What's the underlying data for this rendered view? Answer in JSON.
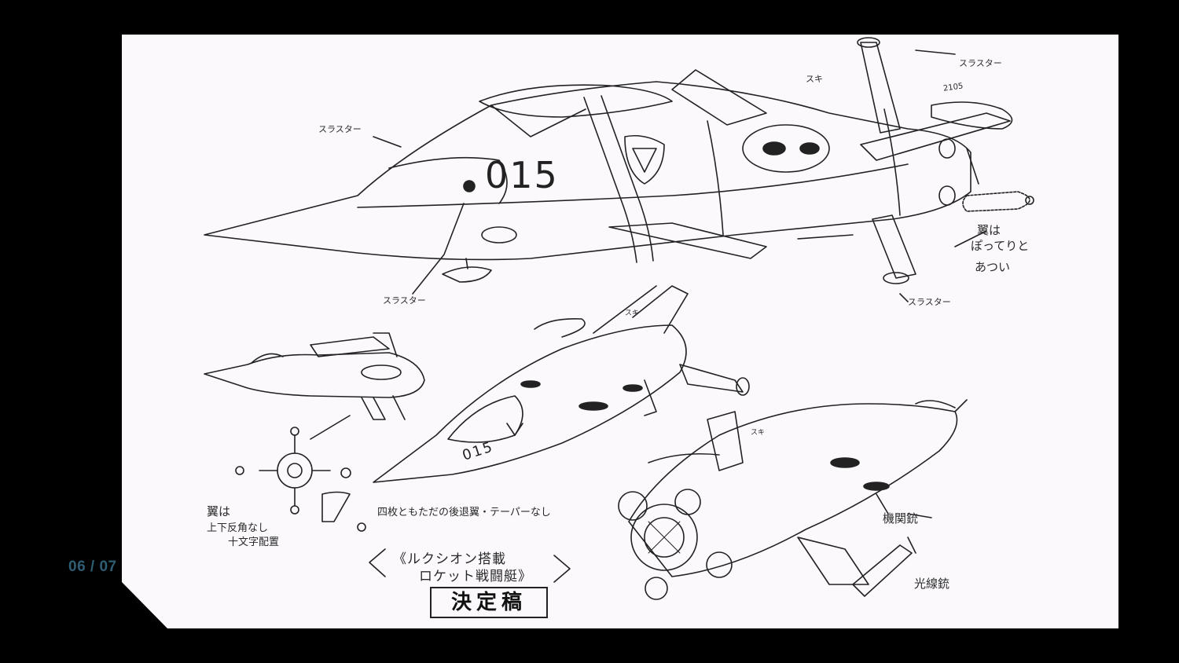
{
  "viewer": {
    "page_counter": "06 / 07"
  },
  "sketch": {
    "labels": {
      "thruster_nose": "スラスター",
      "thruster_chin": "スラスター",
      "thruster_top_right": "スラスター",
      "thruster_bottom_right": "スラスター",
      "ski_top": "スキ",
      "ski_middle": "スキ",
      "ski_lower": "スキ",
      "tail_code": "2105",
      "serial_number": "015",
      "serial_small": "015",
      "wing_note_line1": "翼は",
      "wing_note_line2": "ぽってりと",
      "wing_note_line3": "あつい",
      "cross_note_line1": "翼は",
      "cross_note_line2": "上下反角なし",
      "cross_note_line3": "十文字配置",
      "wing_desc": "四枚ともただの後退翼・テーパーなし",
      "title_line1": "《ルクシオン搭載",
      "title_line2": "ロケット戦闘艇》",
      "stamp": "決定稿",
      "machine_gun": "機関銃",
      "beam_gun": "光線銃"
    }
  },
  "colors": {
    "background": "#000000",
    "slide": "#fbf9fc",
    "ink": "#222222",
    "counter": "#2f5d73"
  }
}
